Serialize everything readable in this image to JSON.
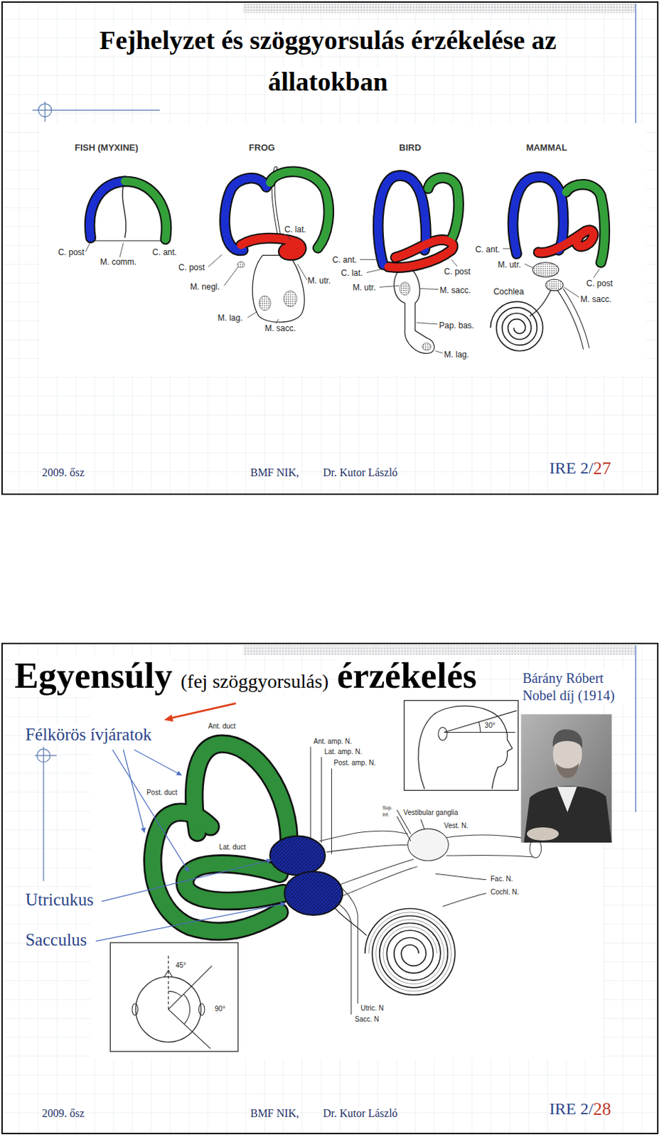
{
  "diagram": {
    "nodes": [
      {
        "text": [
          "Fejhelyzet és szöggyorsulás érzékelése az állatokban"
        ]
      },
      {
        "text": [
          "Egyensúly",
          "(fej szöggyorsulás)",
          "érzékelés"
        ]
      }
    ],
    "labels": [
      "FISH (MYXINE)",
      "C. post",
      "M. comm.",
      "C. ant.",
      "FROG",
      "C. lat.",
      "C. post",
      "M. negl.",
      "M. utr.",
      "M. lag.",
      "M. sacc.",
      "BIRD",
      "C. ant.",
      "C. lat.",
      "M. utr.",
      "C. post",
      "M. sacc.",
      "Pap. bas.",
      "M. lag.",
      "MAMMAL",
      "C. ant.",
      "M. utr.",
      "Cochlea",
      "C. post",
      "M. sacc.",
      "2009. ősz",
      "BMF NIK,",
      "Dr. Kutor László",
      "IRE 2/",
      "27",
      "Félkörös ívjáratok",
      "Utricukus",
      "Sacculus",
      "Bárány Róbert Nobel díj (1914)",
      "Ant. duct",
      "Ant. amp. N.",
      "Lat. amp. N.",
      "Post. amp. N.",
      "Post. duct",
      "Lat. duct",
      "Sup.",
      "Inf.",
      "Vestibular ganglia",
      "Vest. N.",
      "Fac. N.",
      "Cochl. N.",
      "Utric. N",
      "Sacc. N",
      "30°",
      "45°",
      "90°",
      "2009. ősz",
      "BMF NIK,",
      "Dr. Kutor László",
      "IRE 2/",
      "28"
    ]
  }
}
